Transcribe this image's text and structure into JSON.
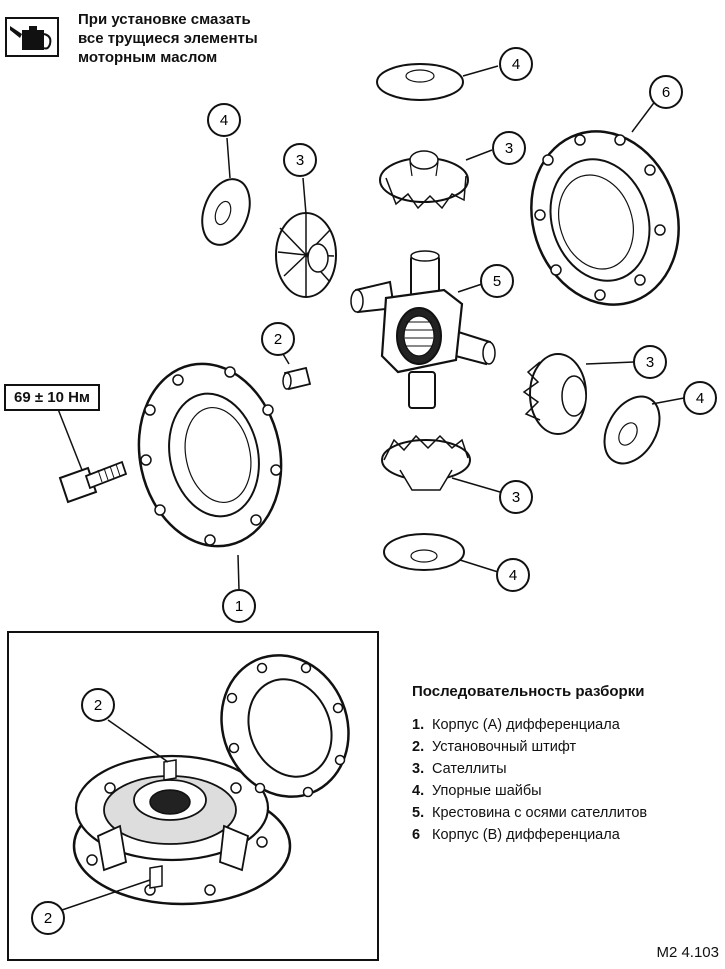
{
  "lubrication_note": {
    "icon": "oil-can-icon",
    "lines": [
      "При установке смазать",
      "все трущиеся элементы",
      "моторным маслом"
    ]
  },
  "torque_label": "69 ± 10 Нм",
  "callouts": {
    "c1": "1",
    "c2a": "2",
    "c3a": "3",
    "c3b": "3",
    "c3c": "3",
    "c3d": "3",
    "c4a": "4",
    "c4b": "4",
    "c4c": "4",
    "c4d": "4",
    "c5": "5",
    "c6": "6",
    "inset_2a": "2",
    "inset_2b": "2"
  },
  "disassembly_sequence": {
    "title": "Последовательность разборки",
    "steps": [
      {
        "num": "1.",
        "text": "Корпус (A) дифференциала"
      },
      {
        "num": "2.",
        "text": "Установочный штифт"
      },
      {
        "num": "3.",
        "text": "Сателлиты"
      },
      {
        "num": "4.",
        "text": "Упорные шайбы"
      },
      {
        "num": "5.",
        "text": "Крестовина с осями сателлитов"
      },
      {
        "num": "6",
        "text": "Корпус (B) дифференциала"
      }
    ]
  },
  "figure_code": "M2 4.103"
}
